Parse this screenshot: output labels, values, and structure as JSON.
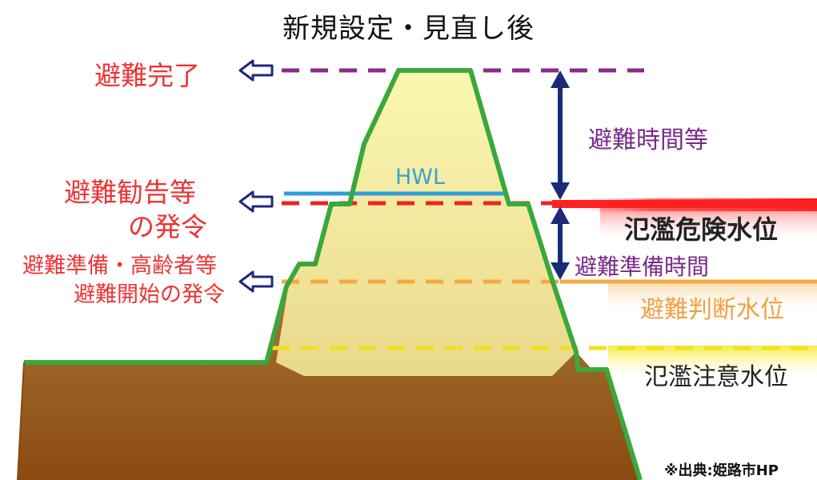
{
  "title": "新規設定・見直し後",
  "left_labels": {
    "evac_complete": "避難完了",
    "evac_advisory_1": "避難勧告等",
    "evac_advisory_2": "の発令",
    "prep_1": "避難準備・高齢者等",
    "prep_2": "避難開始の発令"
  },
  "center_labels": {
    "hwl": "HWL"
  },
  "right_labels": {
    "evac_time": "避難時間等",
    "flood_danger": "氾濫危険水位",
    "prep_time": "避難準備時間",
    "evac_judgement": "避難判断水位",
    "flood_caution": "氾濫注意水位"
  },
  "source": "※出典:姫路市HP",
  "colors": {
    "levee_outline": "#3aa83a",
    "purple_line": "#8a2a8a",
    "red_line": "#ee2222",
    "blue_line": "#2f9ed8",
    "orange_line": "#f5a940",
    "yellow_line": "#f0e020",
    "arrow_navy": "#1c2a7a"
  },
  "icons": {
    "left_arrow": "hollow-left-arrow-icon",
    "double_arrow": "double-headed-arrow-icon"
  }
}
